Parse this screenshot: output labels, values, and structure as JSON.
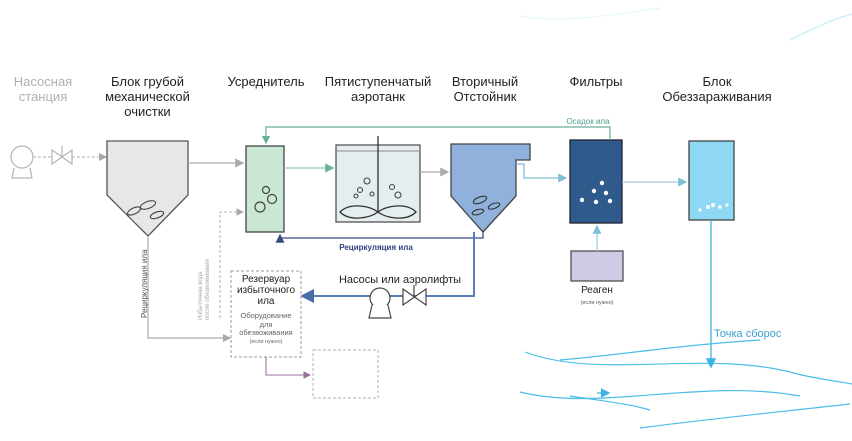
{
  "stages": [
    {
      "id": "pump",
      "label_l1": "Насосная",
      "label_l2": "станция"
    },
    {
      "id": "mech",
      "label_l1": "Блок грубой",
      "label_l2": "механической",
      "label_l3": "очистки"
    },
    {
      "id": "eq",
      "label_l1": "Усреднитель"
    },
    {
      "id": "aero",
      "label_l1": "Пятиступенчатый",
      "label_l2": "аэротанк"
    },
    {
      "id": "sec",
      "label_l1": "Вторичный",
      "label_l2": "Отстойник"
    },
    {
      "id": "filt",
      "label_l1": "Фильтры"
    },
    {
      "id": "dis",
      "label_l1": "Блок",
      "label_l2": "Обеззараживания"
    }
  ],
  "flows": {
    "sludge_return": "Осадок ила",
    "recirc_aero": "Рециркуляция ила",
    "recirc_left": "Рециркуляция ила",
    "excess_water_l1": "Избыточная вода",
    "excess_water_l2": "после обезвоживания",
    "pumps": "Насосы или аэролифты"
  },
  "reservoir": {
    "title_l1": "Резервуар",
    "title_l2": "избыточного",
    "title_l3": "ила",
    "equip_l1": "Оборудование",
    "equip_l2": "для",
    "equip_l3": "обезвоживания",
    "note": "(если нужно)"
  },
  "reagent": {
    "label": "Реаген",
    "note": "(если нужно)"
  },
  "discharge": {
    "label": "Точка сборос"
  },
  "colors": {
    "equalizer": "#c9e7d3",
    "aerotank": "#e4eeee",
    "settler": "#8fb1dc",
    "filter": "#2f5a8c",
    "disinfect": "#8fd8f4",
    "reagent": "#d0cbe4",
    "water": "#3ab4e6",
    "pipe_blue": "#5a7cb8",
    "pipe_green": "#6cae9c",
    "pipe_gray": "#b0b0b0",
    "pipe_purple": "#9b6fa0"
  },
  "icons": [
    "pump-icon",
    "valve-icon",
    "mixer-icon"
  ]
}
